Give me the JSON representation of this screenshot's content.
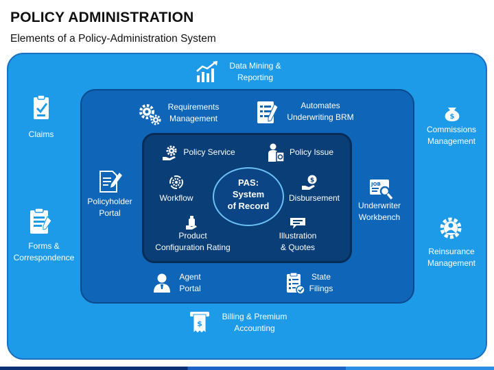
{
  "header": {
    "title": "POLICY ADMINISTRATION",
    "subtitle": "Elements of a Policy-Administration System"
  },
  "center": {
    "line1": "PAS:",
    "line2": "System",
    "line3": "of Record"
  },
  "outer": {
    "data_mining": [
      "Data Mining &",
      "Reporting"
    ],
    "claims": "Claims",
    "forms": [
      "Forms &",
      "Correspondence"
    ],
    "commissions": [
      "Commissions",
      "Management"
    ],
    "reinsurance": [
      "Reinsurance",
      "Management"
    ],
    "billing": [
      "Billing & Premium",
      "Accounting"
    ]
  },
  "middle": {
    "requirements": [
      "Requirements",
      "Management"
    ],
    "automates": [
      "Automates",
      "Underwriting BRM"
    ],
    "policyholder": [
      "Policyholder",
      "Portal"
    ],
    "underwriter": [
      "Underwriter",
      "Workbench"
    ],
    "agent": [
      "Agent",
      "Portal"
    ],
    "state": [
      "State",
      "Filings"
    ]
  },
  "inner": {
    "policy_service": "Policy Service",
    "policy_issue": "Policy Issue",
    "workflow": "Workflow",
    "disbursement": "Disbursement",
    "product": [
      "Product",
      "Configuration Rating"
    ],
    "illustration": [
      "Illustration",
      "& Quotes"
    ]
  },
  "colors": {
    "outer_box": "#1e9be8",
    "middle_box": "#0f65b7",
    "inner_box": "#0a3e77",
    "center_circle": "#0b4586"
  },
  "icons": [
    "chart-icon",
    "clipboard-check-icon",
    "clipboard-list-icon",
    "money-bag-icon",
    "gear-person-icon",
    "receipt-icon",
    "gears-icon",
    "document-pen-icon",
    "pen-document-icon",
    "job-search-icon",
    "person-icon",
    "checklist-icon",
    "hand-gear-icon",
    "person-doc-icon",
    "cog-circle-icon",
    "hand-coin-icon",
    "hand-bottle-icon",
    "chat-icon"
  ]
}
